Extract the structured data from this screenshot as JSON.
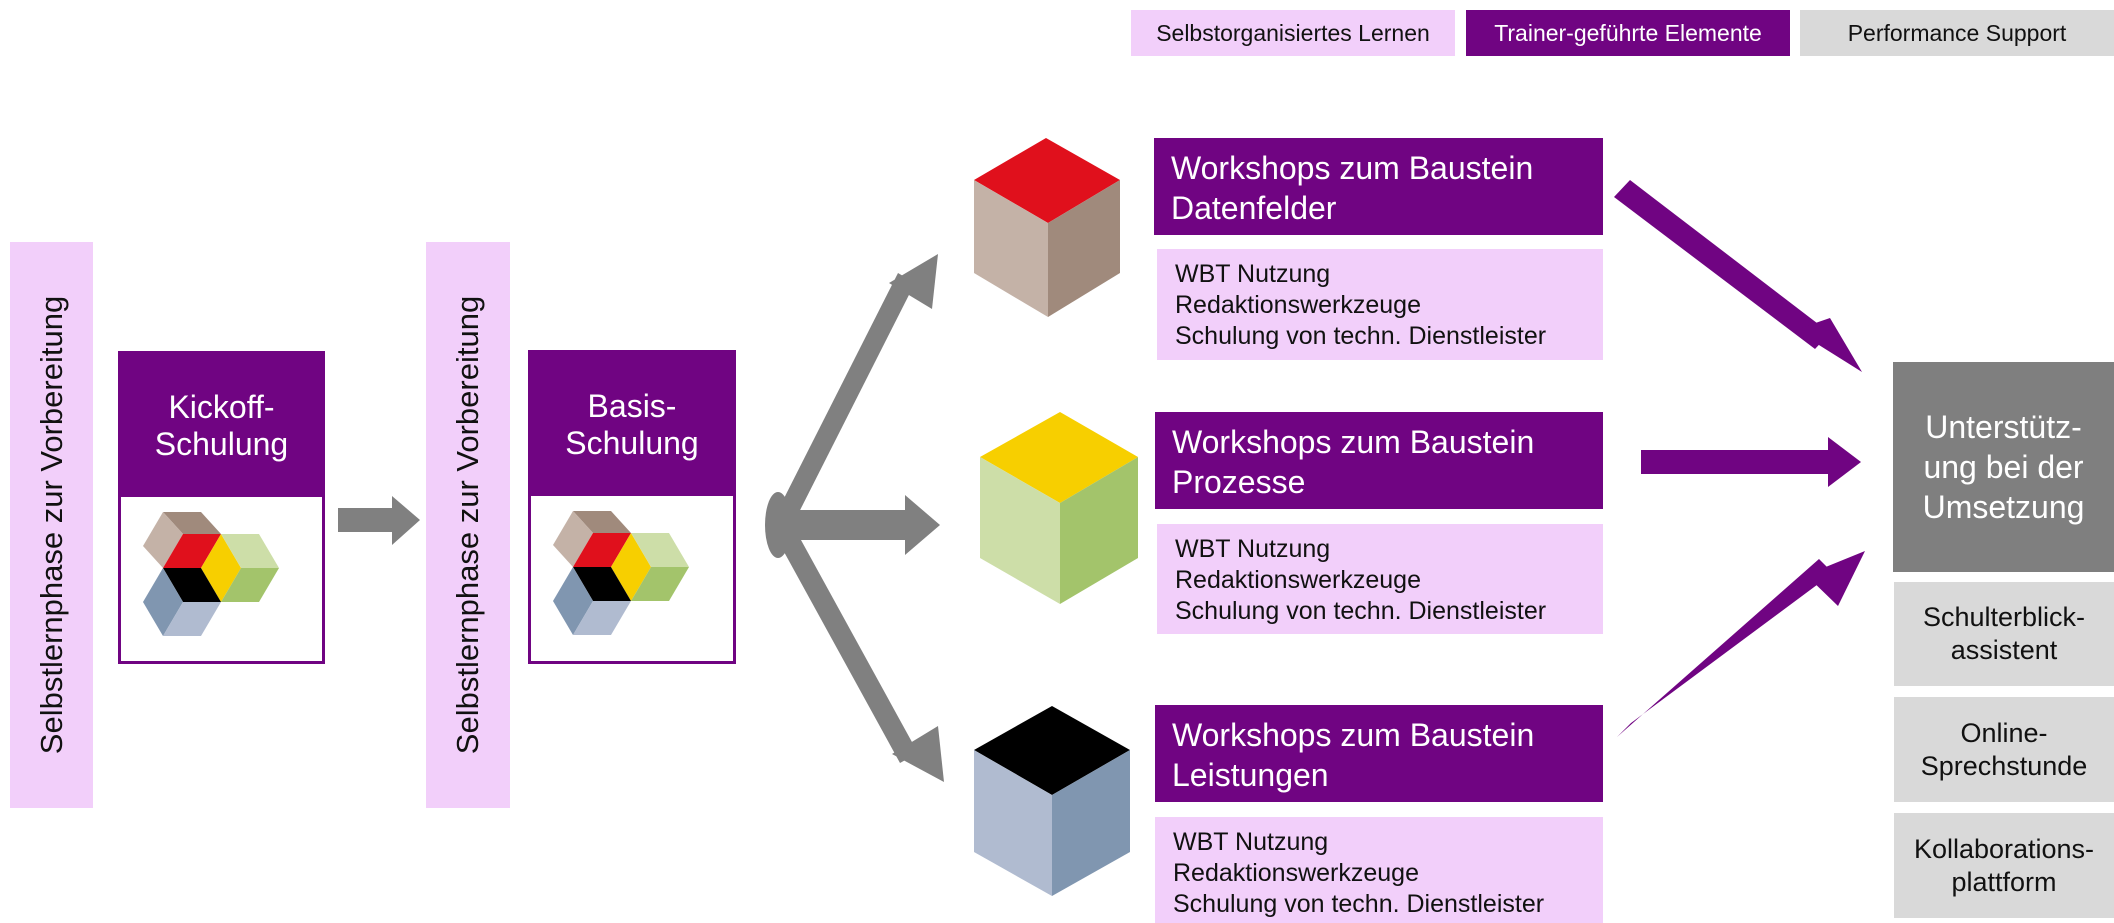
{
  "legend": {
    "self_learning": "Selbstorganisiertes Lernen",
    "trainer_led": "Trainer-geführte Elemente",
    "performance_support": "Performance Support"
  },
  "phase1": {
    "label": "Selbstlernphase zur Vorbereitung"
  },
  "kickoff": {
    "line1": "Kickoff-",
    "line2": "Schulung"
  },
  "phase2": {
    "label": "Selbstlernphase zur Vorbereitung"
  },
  "basis": {
    "line1": "Basis-",
    "line2": "Schulung"
  },
  "workshops": [
    {
      "title_line1": "Workshops zum Baustein",
      "title_line2": "Datenfelder",
      "items": [
        "WBT Nutzung",
        "Redaktionswerkzeuge",
        "Schulung von techn. Dienstleister"
      ],
      "cube_color": "red"
    },
    {
      "title_line1": "Workshops zum Baustein",
      "title_line2": "Prozesse",
      "items": [
        "WBT Nutzung",
        "Redaktionswerkzeuge",
        "Schulung von techn. Dienstleister"
      ],
      "cube_color": "yellow-green"
    },
    {
      "title_line1": "Workshops zum Baustein",
      "title_line2": "Leistungen",
      "items": [
        "WBT Nutzung",
        "Redaktionswerkzeuge",
        "Schulung von techn. Dienstleister"
      ],
      "cube_color": "black-blue"
    }
  ],
  "support": {
    "head_line1": "Unterstütz-",
    "head_line2": "ung bei der",
    "head_line3": "Umsetzung",
    "items": [
      {
        "line1": "Schulterblick-",
        "line2": "assistent"
      },
      {
        "line1": "Online-",
        "line2": "Sprechstunde"
      },
      {
        "line1": "Kollaborations-",
        "line2": "plattform"
      }
    ]
  },
  "colors": {
    "purple": "#700482",
    "light_pink": "#f2cffa",
    "gray_dark": "#7f7f7f",
    "gray_light": "#d9d9d9",
    "arrow_gray": "#808080"
  }
}
